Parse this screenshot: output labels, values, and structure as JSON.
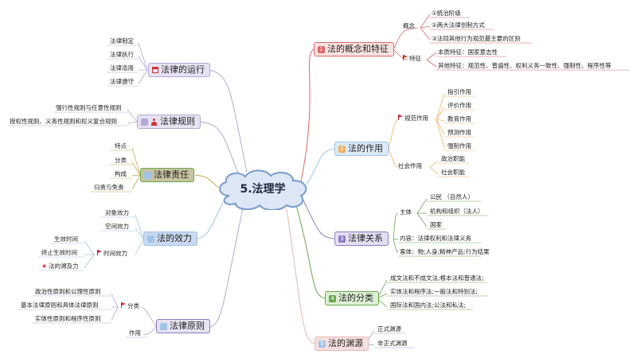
{
  "center": {
    "title": "5.法理学"
  },
  "right_branches": {
    "concept": {
      "num": "1",
      "title": "法的概念和特征",
      "concept_label": "概念",
      "concept_items": [
        "①统治阶级",
        "②两大法律创制方式",
        "③法同其他行为规范最主要的区别"
      ],
      "feature_label": "特征",
      "feature_items": [
        "本质特征：国家意志性",
        "其他特征：规范性、普遍性、权利义务一致性、强制性、程序性等"
      ]
    },
    "function": {
      "num": "2",
      "title": "法的作用",
      "norm_label": "规范作用",
      "norm_items": [
        "指引作用",
        "评价作用",
        "教育作用",
        "预测作用",
        "强制作用"
      ],
      "social_label": "社会作用",
      "social_items": [
        "政治职能",
        "社会职能"
      ]
    },
    "relation": {
      "num": "3",
      "title": "法律关系",
      "subject_label": "主体",
      "subject_items": [
        "公民 （自然人）",
        "机构和组织（法人）",
        "国家"
      ],
      "content": "内容：法律权利和法律义务",
      "object": "客体：物;人身;精神产品;行为结果"
    },
    "classification": {
      "num": "4",
      "title": "法的分类",
      "items": [
        "成文法和不成文法;根本法和普通法;",
        "实体法和程序法;一般法和特别法;",
        "国际法和国内法;公法和私法;"
      ]
    },
    "source": {
      "num": "5",
      "title": "法的渊源",
      "items": [
        "正式渊源",
        "非正式渊源"
      ]
    }
  },
  "left_branches": {
    "operation": {
      "num": "",
      "title": "法律的运行",
      "items": [
        "法律制定",
        "法律执行",
        "法律适用",
        "法律遵守"
      ]
    },
    "rules": {
      "num": "",
      "title": "法律规则",
      "items": [
        "强行性规则与任意性规则",
        "授权性规则、义务性规则和权义复合规则"
      ]
    },
    "liability": {
      "num": "",
      "title": "法律责任",
      "items": [
        "特点",
        "分类",
        "构成",
        "归责与免责"
      ]
    },
    "effect": {
      "num": "",
      "title": "法的效力",
      "items": [
        "对象效力",
        "空间效力"
      ],
      "time_label": "时间效力",
      "time_items": [
        "生效时间",
        "终止生效时间",
        "法的溯及力"
      ]
    },
    "principles": {
      "num": "",
      "title": "法律原则",
      "class_label": "分类",
      "class_items": [
        "政治性原则和公理性原则",
        "基本法律原则和具体法律原则",
        "实体性原则和程序性原则"
      ],
      "use_label": "作用"
    }
  },
  "colors": {
    "concept": "#e06666",
    "function": "#9fc5e8",
    "relation": "#8e7cc3",
    "classification": "#6aa84f",
    "source": "#e6b8b7",
    "operation": "#b4a7d6",
    "rules": "#b4a7d6",
    "liability": "#c9a84f",
    "effect": "#9fc5e8",
    "principles": "#b4a7d6"
  }
}
